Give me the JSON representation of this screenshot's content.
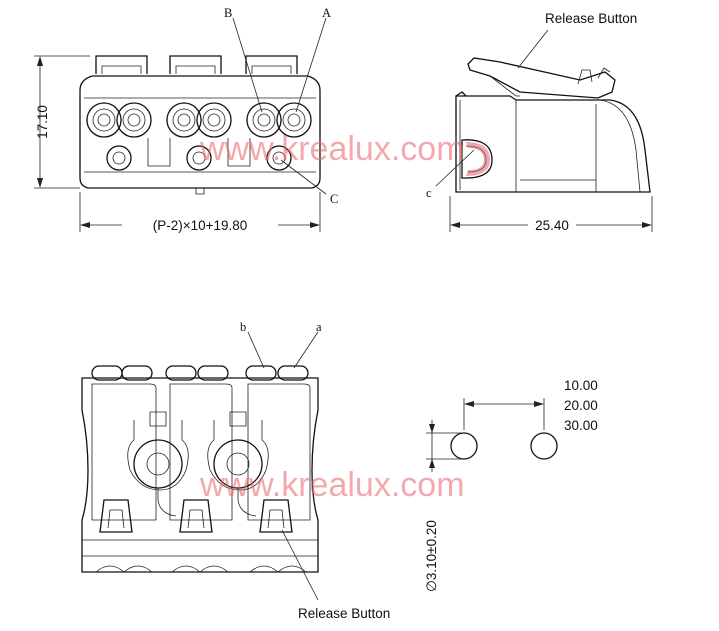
{
  "labels": {
    "front_B": "B",
    "front_A": "A",
    "front_C": "C",
    "side_c": "c",
    "bottom_b": "b",
    "bottom_a": "a",
    "release_top": "Release Button",
    "release_bottom": "Release Button"
  },
  "dimensions": {
    "height": "17.10",
    "width_formula": "(P-2)×10+19.80",
    "depth": "25.40",
    "pitch_1": "10.00",
    "pitch_2": "20.00",
    "pitch_3": "30.00",
    "hole_dia": "∅3.10±0.20"
  },
  "watermark": {
    "top": "www.krealux.com",
    "bottom": "www.krealux.com",
    "color": "#e8646b"
  }
}
